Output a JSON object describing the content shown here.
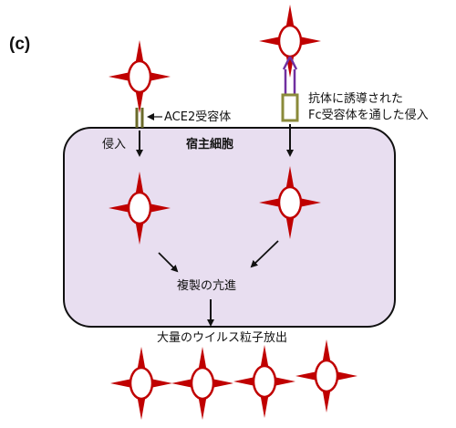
{
  "panel_label": "(c)",
  "labels": {
    "ace2_receptor": "ACE2受容体",
    "entry": "侵入",
    "host_cell": "宿主細胞",
    "fc_entry_line1": "抗体に誘導された",
    "fc_entry_line2": "Fc受容体を通した侵入",
    "enhanced_replication": "複製の亢進",
    "mass_release": "大量のウイルス粒子放出"
  },
  "colors": {
    "virus": "#c00000",
    "cell_fill": "#e8def0",
    "cell_stroke": "#111111",
    "ace2_receptor": "#6b6b2a",
    "antibody": "#7030a0",
    "fc_receptor": "#8a8a3a"
  }
}
